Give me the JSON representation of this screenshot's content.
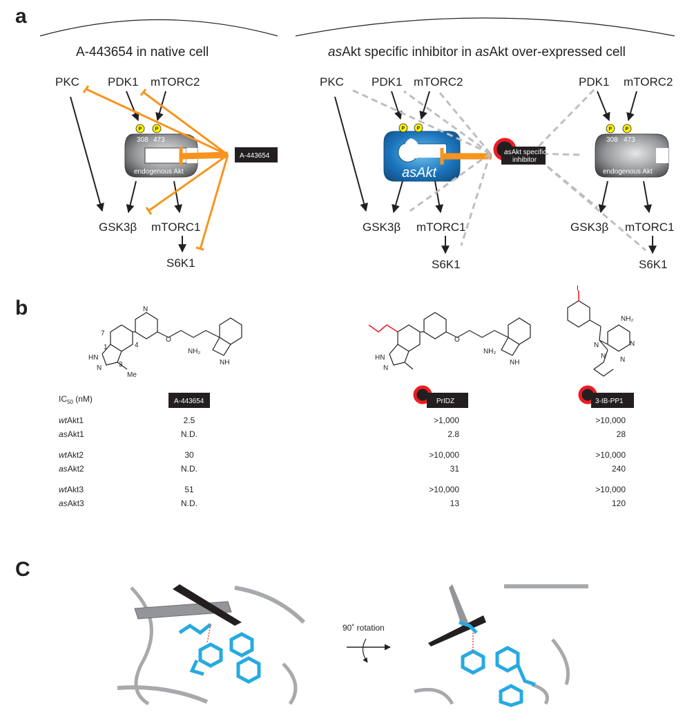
{
  "panel_labels": {
    "a": "a",
    "b": "b",
    "c": "C"
  },
  "panel_a": {
    "left_title": "A-443654 in native cell",
    "right_title_italic1": "as",
    "right_title_mid": "Akt specific inhibitor in ",
    "right_title_italic2": "as",
    "right_title_end": "Akt over-expressed cell",
    "nodes": {
      "pkc": "PKC",
      "pdk1": "PDK1",
      "mtorc2": "mTORC2",
      "gsk3b": "GSK3β",
      "mtorc1": "mTORC1",
      "s6k1": "S6K1"
    },
    "phospho_mark": "P",
    "site_308": "308",
    "site_473": "473",
    "endogenous_akt": "endogenous Akt",
    "inhibitor_box": "A-443654",
    "asakt_label_italic": "as",
    "asakt_label_rest": "Akt",
    "asakt_inhibitor_line1_italic": "as",
    "asakt_inhibitor_line1_rest": "Akt specific",
    "asakt_inhibitor_line2": "inhibitor",
    "colors": {
      "orange": "#f7941d",
      "grey_dash": "#bcbec0",
      "blue": "#1c75bc",
      "yellow": "#fff200",
      "red": "#ed1c24",
      "dark": "#231f20"
    }
  },
  "panel_b": {
    "atom_labels": {
      "n7": "7",
      "n1": "1",
      "n3": "3",
      "n4": "4",
      "hn": "HN",
      "n": "N",
      "me": "Me",
      "o": "O",
      "nh2": "NH₂",
      "nh": "NH",
      "hn2": "HN",
      "n2": "N",
      "n_pyr": "N",
      "o2": "O",
      "nh2_2": "NH₂",
      "nh_2": "NH",
      "nh2_3": "NH₂",
      "n_a": "N",
      "n_b": "N",
      "n_c": "N",
      "n_d": "N",
      "i": "I"
    },
    "ic50_label": "IC",
    "ic50_sub": "50",
    "ic50_unit": " (nM)",
    "compounds": [
      "A-443654",
      "PrIDZ",
      "3-IB-PP1"
    ],
    "rows": [
      {
        "prefix": "wt",
        "name": "Akt1",
        "v1": "2.5",
        "v2": ">1,000",
        "v3": ">10,000"
      },
      {
        "prefix": "as",
        "name": "Akt1",
        "v1": "N.D.",
        "v2": "2.8",
        "v3": "28"
      },
      {
        "prefix": "wt",
        "name": "Akt2",
        "v1": "30",
        "v2": ">10,000",
        "v3": ">10,000"
      },
      {
        "prefix": "as",
        "name": "Akt2",
        "v1": "N.D.",
        "v2": "31",
        "v3": "240"
      },
      {
        "prefix": "wt",
        "name": "Akt3",
        "v1": "51",
        "v2": ">10,000",
        "v3": ">10,000"
      },
      {
        "prefix": "as",
        "name": "Akt3",
        "v1": "N.D.",
        "v2": "13",
        "v3": "120"
      }
    ]
  },
  "panel_c": {
    "rotation_label": "90˚ rotation"
  }
}
